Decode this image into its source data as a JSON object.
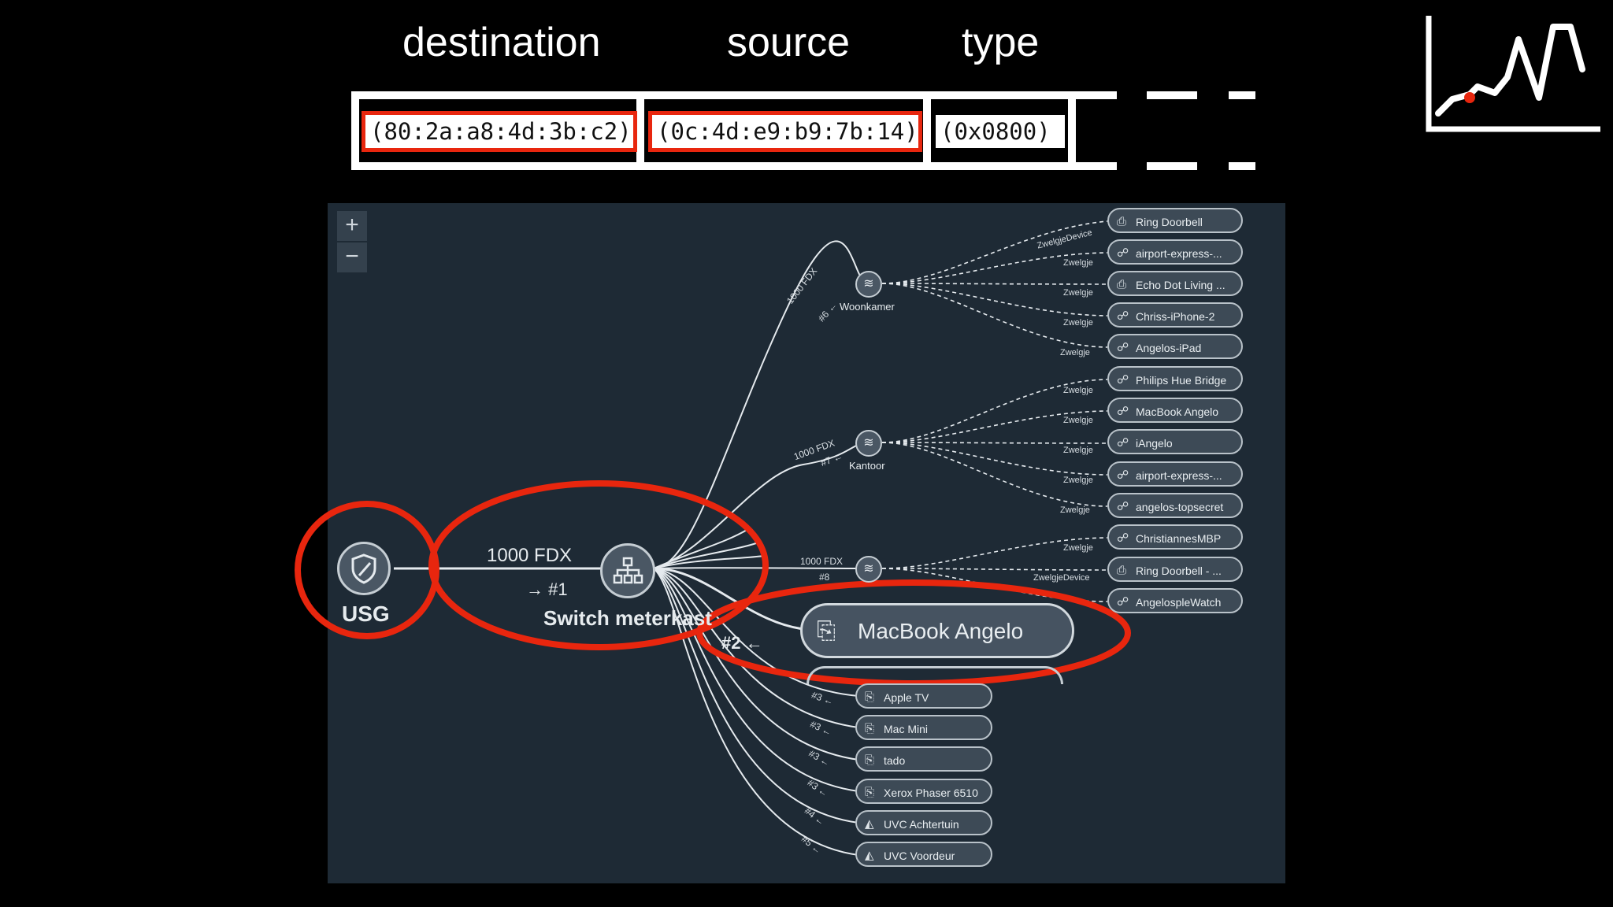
{
  "header": {
    "destination_label": "destination",
    "source_label": "source",
    "type_label": "type",
    "destination_value": "(80:2a:a8:4d:3b:c2)",
    "source_value": "(0c:4d:e9:b9:7b:14)",
    "type_value": "(0x0800)"
  },
  "map": {
    "zoom_in": "+",
    "zoom_out": "−",
    "gateway": {
      "label": "USG"
    },
    "switch": {
      "label": "Switch meterkast",
      "link_speed": "1000 FDX",
      "port": "→ #1"
    },
    "access_points": [
      {
        "label": "Woonkamer",
        "speed": "1000 FDX",
        "port": "#6 ←"
      },
      {
        "label": "Kantoor",
        "speed": "1000 FDX",
        "port": "#7 ←"
      },
      {
        "label": "",
        "speed": "1000 FDX",
        "port": "#8"
      }
    ],
    "wifi_clients": [
      {
        "label": "Ring Doorbell",
        "ssid": "ZwelgjeDevice",
        "icon": "camera-icon"
      },
      {
        "label": "airport-express-...",
        "ssid": "Zwelgje",
        "icon": "device-icon"
      },
      {
        "label": "Echo Dot Living ...",
        "ssid": "Zwelgje",
        "icon": "camera-icon"
      },
      {
        "label": "Chriss-iPhone-2",
        "ssid": "Zwelgje",
        "icon": "device-icon"
      },
      {
        "label": "Angelos-iPad",
        "ssid": "Zwelgje",
        "icon": "device-icon"
      },
      {
        "label": "Philips Hue Bridge",
        "ssid": "Zwelgje",
        "icon": "device-icon"
      },
      {
        "label": "MacBook Angelo",
        "ssid": "Zwelgje",
        "icon": "device-icon"
      },
      {
        "label": "iAngelo",
        "ssid": "Zwelgje",
        "icon": "device-icon"
      },
      {
        "label": "airport-express-...",
        "ssid": "Zwelgje",
        "icon": "device-icon"
      },
      {
        "label": "angelos-topsecret",
        "ssid": "Zwelgje",
        "icon": "device-icon"
      },
      {
        "label": "ChristiannesMBP",
        "ssid": "Zwelgje",
        "icon": "device-icon"
      },
      {
        "label": "Ring Doorbell - ...",
        "ssid": "ZwelgjeDevice",
        "icon": "camera-icon"
      },
      {
        "label": "AngelospleWatch",
        "ssid": "",
        "icon": "device-icon"
      }
    ],
    "highlighted_client": {
      "label": "MacBook Angelo",
      "port": "#2 ←"
    },
    "wired_clients": [
      {
        "label": "Apple TV",
        "port": "#3 ←",
        "icon": "wired-device-icon"
      },
      {
        "label": "Mac Mini",
        "port": "#3 ←",
        "icon": "wired-device-icon"
      },
      {
        "label": "tado",
        "port": "#3 ←",
        "icon": "wired-device-icon"
      },
      {
        "label": "Xerox Phaser 6510",
        "port": "#3 ←",
        "icon": "wired-device-icon"
      },
      {
        "label": "UVC Achtertuin",
        "port": "#4 ←",
        "icon": "security-camera-icon"
      },
      {
        "label": "UVC Voordeur",
        "port": "#5 ←",
        "icon": "security-camera-icon"
      }
    ]
  },
  "colors": {
    "highlight_red": "#e8260e",
    "map_bg": "#1e2a35"
  }
}
